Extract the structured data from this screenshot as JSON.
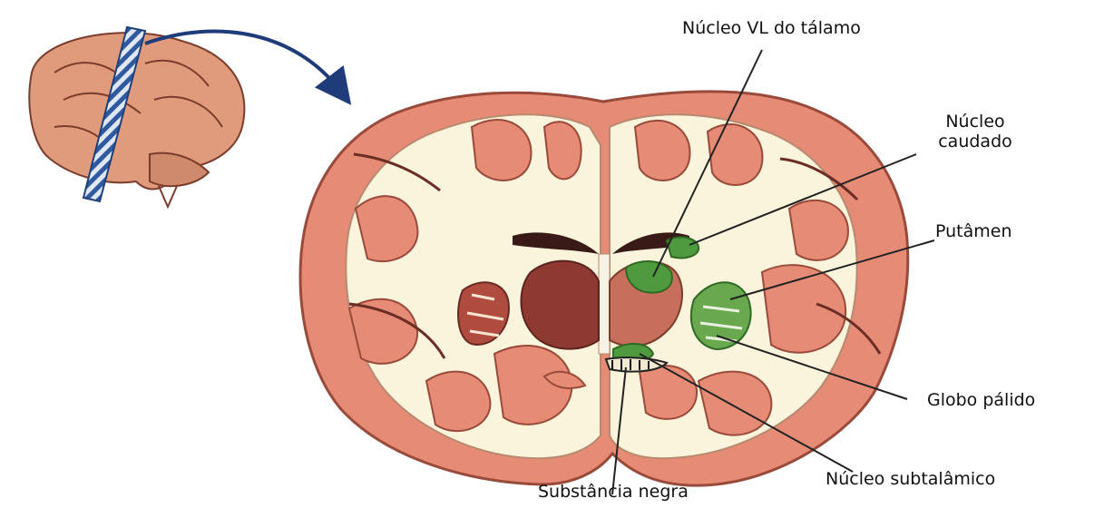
{
  "diagram": {
    "labels": {
      "vl_thalamus": "Núcleo VL do tálamo",
      "caudate_line1": "Núcleo",
      "caudate_line2": "caudado",
      "putamen": "Putâmen",
      "globus_pallidus": "Globo pálido",
      "subthalamic": "Núcleo subtalâmico",
      "substantia_nigra": "Substância negra"
    },
    "colors": {
      "cortex": "#e58b76",
      "cortex_edge": "#9a4a3a",
      "white_matter": "#fbf4dc",
      "highlight_green": "#4f9a3f",
      "dark_nuclei": "#8e3a32",
      "arrow": "#1f3c7a",
      "line": "#222222"
    },
    "icons": [
      "whole-brain-thumbnail-icon",
      "section-plane-icon",
      "curved-arrow-icon"
    ]
  }
}
